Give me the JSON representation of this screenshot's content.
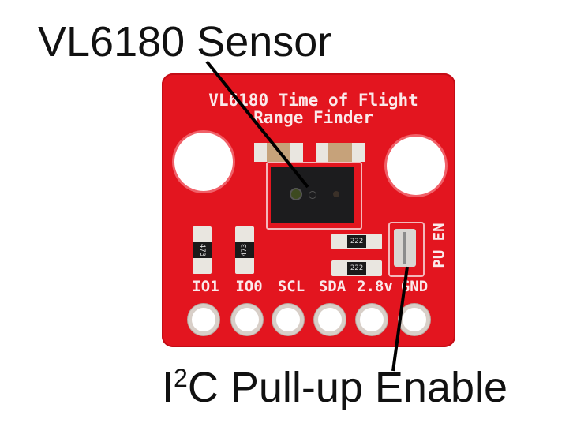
{
  "annotations": {
    "sensor_label": "VL6180 Sensor",
    "pullup_label_prefix": "I",
    "pullup_label_sup": "2",
    "pullup_label_rest": "C Pull-up Enable"
  },
  "board": {
    "title_line1": "VL6180 Time of Flight",
    "title_line2": "Range Finder",
    "pins": [
      "IO1",
      "IO0",
      "SCL",
      "SDA",
      "2.8v",
      "GND"
    ],
    "jumper_label": "PU EN",
    "resistor_codes": [
      "473",
      "473",
      "222",
      "222"
    ],
    "colors": {
      "pcb": "#e3151f",
      "silkscreen": "#fbe9ea",
      "sensor": "#1c1c1e"
    }
  }
}
